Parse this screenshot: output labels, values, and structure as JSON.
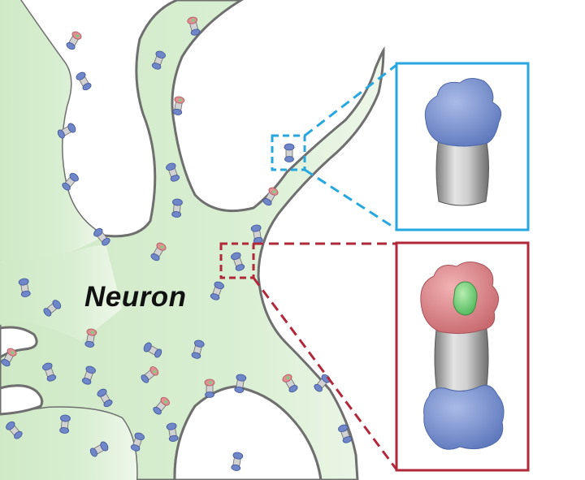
{
  "label": "Neuron",
  "colors": {
    "cell_fill": "#d9efd2",
    "cell_edge": "#6f6f6f",
    "blue_accent": "#27a7df",
    "red_accent": "#b0283a",
    "blue_domain": "#7f97d2",
    "red_domain": "#dc8a8e",
    "green_site": "#75cf78",
    "core_grey": "#b9b9b9"
  },
  "structures": [
    {
      "name": "blue-structure",
      "domains": [
        "blue-top-domain",
        "grey-core-domain"
      ]
    },
    {
      "name": "red-structure",
      "domains": [
        "red-top-domain",
        "green-site",
        "grey-core-domain",
        "blue-bottom-domain"
      ]
    }
  ]
}
